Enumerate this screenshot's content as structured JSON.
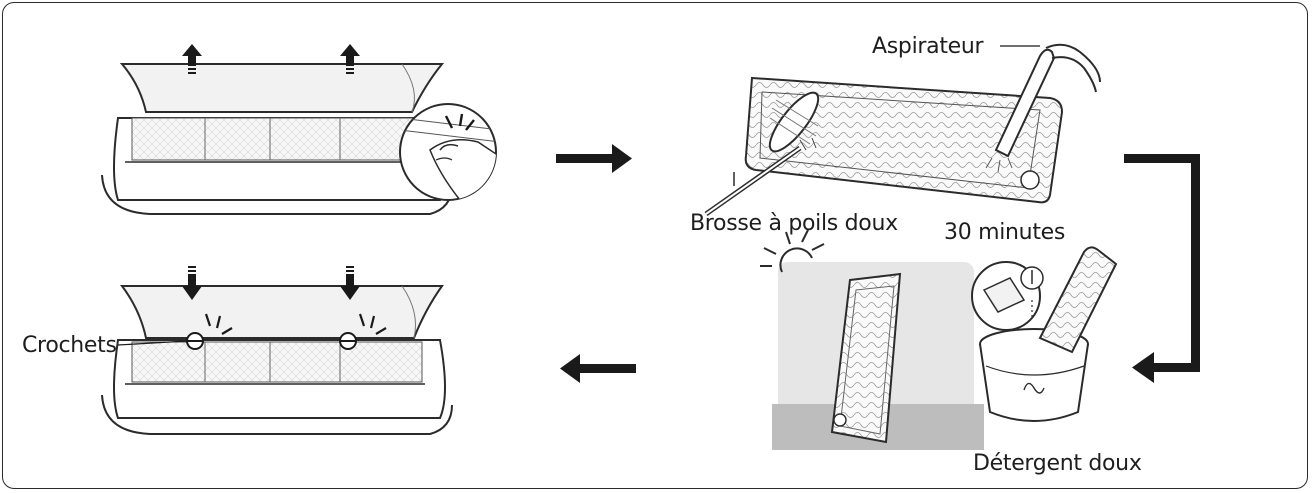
{
  "labels": {
    "aspirateur": "Aspirateur",
    "brosse": "Brosse à poils doux",
    "thirty_minutes": "30 minutes",
    "crochets": "Crochets",
    "detergent": "Détergent doux"
  },
  "colors": {
    "ink": "#1a1a1a",
    "line": "#2b2b2b",
    "panel": "#f2f2f2",
    "sun_panel": "#e6e6e6",
    "floor": "#bdbdbd"
  },
  "icons": [
    "up-arrow-icon",
    "down-arrow-icon",
    "right-arrow-icon",
    "left-arrow-icon",
    "corner-arrow-icon",
    "sun-icon",
    "hand-icon",
    "vacuum-nozzle-icon",
    "brush-icon",
    "bucket-icon",
    "detergent-bottle-icon"
  ]
}
